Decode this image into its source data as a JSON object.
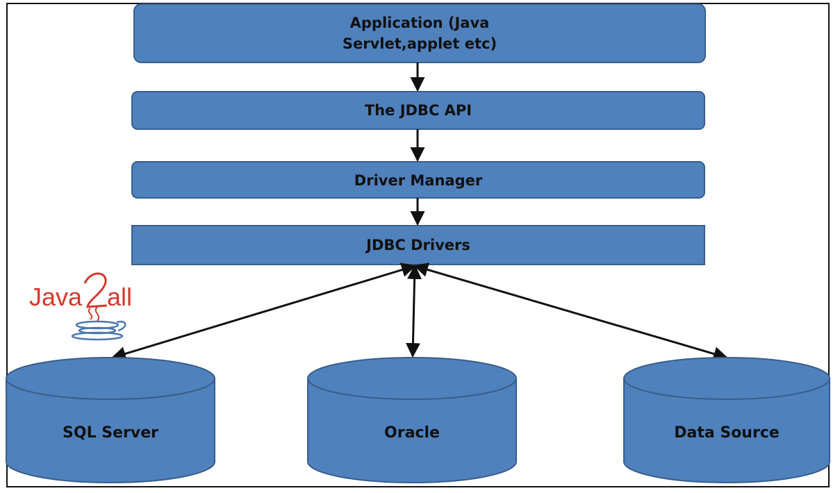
{
  "diagram": {
    "colors": {
      "box_fill": "#4f81bd",
      "box_stroke": "#385d8a",
      "arrow": "#111111",
      "logo_red": "#d6382a",
      "logo_blue": "#4a78b4"
    },
    "layers": [
      {
        "id": "application",
        "label_lines": [
          "Application (Java",
          "Servlet,applet etc)"
        ]
      },
      {
        "id": "jdbc-api",
        "label_lines": [
          "The JDBC API"
        ]
      },
      {
        "id": "driver-manager",
        "label_lines": [
          "Driver Manager"
        ]
      },
      {
        "id": "jdbc-drivers",
        "label_lines": [
          "JDBC Drivers"
        ]
      }
    ],
    "databases": [
      {
        "id": "sql-server",
        "label": "SQL Server"
      },
      {
        "id": "oracle",
        "label": "Oracle"
      },
      {
        "id": "data-source",
        "label": "Data Source"
      }
    ],
    "edges": [
      {
        "from": "application",
        "to": "jdbc-api",
        "direction": "one-way"
      },
      {
        "from": "jdbc-api",
        "to": "driver-manager",
        "direction": "one-way"
      },
      {
        "from": "driver-manager",
        "to": "jdbc-drivers",
        "direction": "one-way"
      },
      {
        "from": "jdbc-drivers",
        "to": "sql-server",
        "direction": "two-way"
      },
      {
        "from": "jdbc-drivers",
        "to": "oracle",
        "direction": "two-way"
      },
      {
        "from": "jdbc-drivers",
        "to": "data-source",
        "direction": "two-way"
      }
    ]
  },
  "logo": {
    "text": "Java2all"
  }
}
